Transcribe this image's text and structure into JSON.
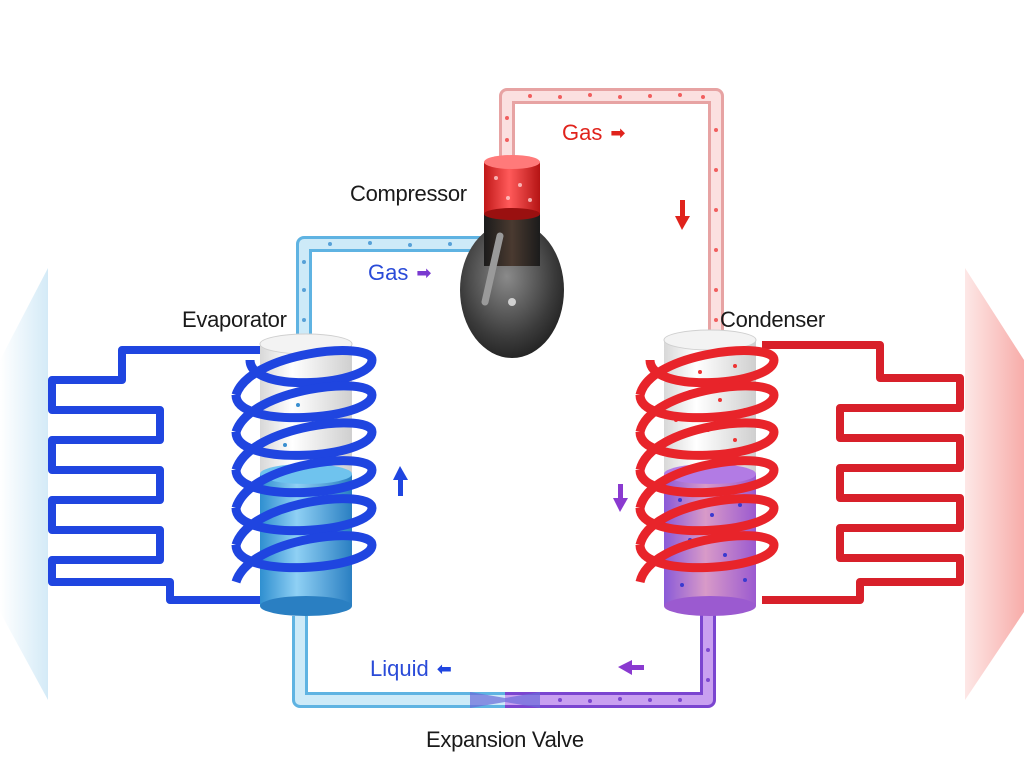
{
  "labels": {
    "compressor": "Compressor",
    "evaporator": "Evaporator",
    "condenser": "Condenser",
    "expansion_valve": "Expansion Valve"
  },
  "flows": {
    "gas_top": {
      "text": "Gas",
      "color": "#e0231c"
    },
    "gas_left": {
      "text": "Gas",
      "color": "#2a4bd8"
    },
    "liquid": {
      "text": "Liquid",
      "color": "#2a4bd8"
    }
  },
  "colors": {
    "cold": "#1f45e0",
    "cold_light": "#7cc4ea",
    "hot": "#e8242a",
    "hot_light": "#f6b8b8",
    "mixed": "#8a4fd6",
    "air_cold": "#cfe8f6",
    "air_hot": "#f7b5b2"
  },
  "icons": {
    "arrow_right": "arrow-right-icon",
    "arrow_left": "arrow-left-icon",
    "arrow_down": "arrow-down-icon",
    "arrow_up": "arrow-up-icon"
  }
}
